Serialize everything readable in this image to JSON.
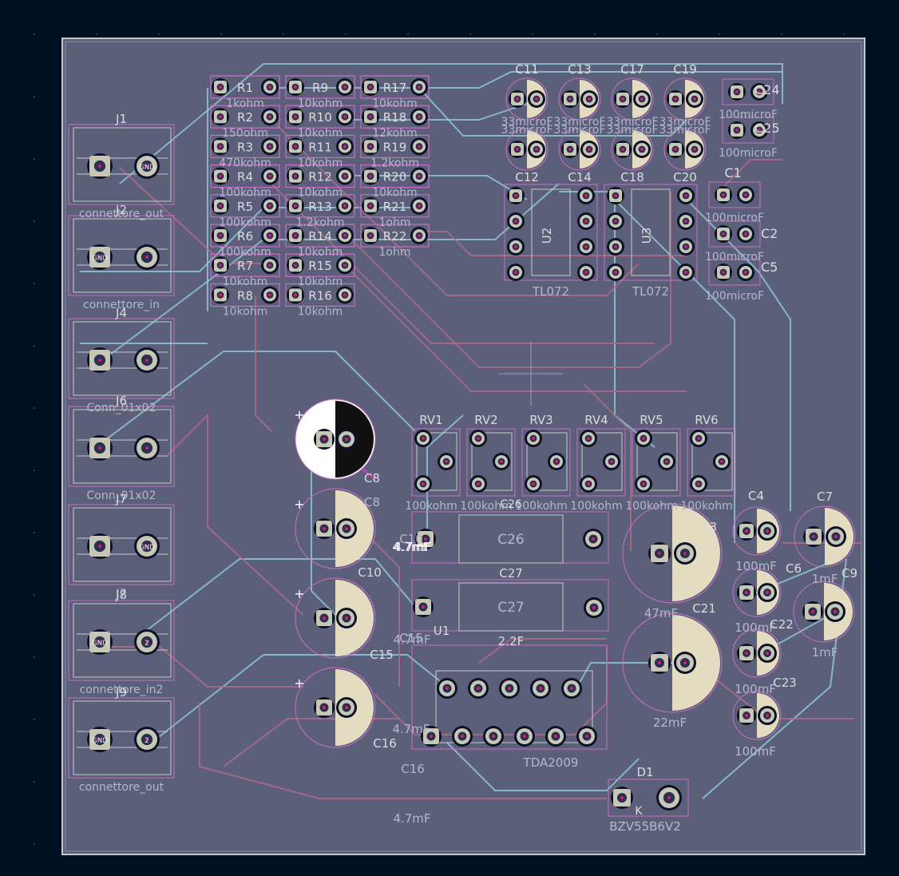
{
  "colors": {
    "background": "#001023",
    "board_fill": "#5c5f7a",
    "edge_cut": "#c8c8c8",
    "courtyard": "#c96ec4",
    "silk": "#dcdcdc",
    "pad_ring": "#0c1228",
    "pad_copper": "#c8c6b4",
    "track_front": "#b06a8a",
    "track_back": "#8cc7d2",
    "pad_center": "#d0206a"
  },
  "resistors": [
    {
      "ref": "R1",
      "val": "1kohm"
    },
    {
      "ref": "R2",
      "val": "150ohm"
    },
    {
      "ref": "R3",
      "val": "470kohm"
    },
    {
      "ref": "R4",
      "val": "100kohm"
    },
    {
      "ref": "R5",
      "val": "100kohm"
    },
    {
      "ref": "R6",
      "val": "100kohm"
    },
    {
      "ref": "R7",
      "val": "10kohm"
    },
    {
      "ref": "R8",
      "val": "10kohm"
    },
    {
      "ref": "R9",
      "val": "10kohm"
    },
    {
      "ref": "R10",
      "val": "10kohm"
    },
    {
      "ref": "R11",
      "val": "10kohm"
    },
    {
      "ref": "R12",
      "val": "10kohm"
    },
    {
      "ref": "R13",
      "val": "1.2kohm"
    },
    {
      "ref": "R14",
      "val": "10kohm"
    },
    {
      "ref": "R15",
      "val": "10kohm"
    },
    {
      "ref": "R16",
      "val": "10kohm"
    },
    {
      "ref": "R17",
      "val": "10kohm"
    },
    {
      "ref": "R18",
      "val": "12kohm"
    },
    {
      "ref": "R19",
      "val": "1.2kohm"
    },
    {
      "ref": "R20",
      "val": "10kohm"
    },
    {
      "ref": "R21",
      "val": "1ohm"
    },
    {
      "ref": "R22",
      "val": "1ohm"
    }
  ],
  "connectors": [
    {
      "ref": "J1",
      "val": "connettore_out",
      "pad2": "GND"
    },
    {
      "ref": "J2",
      "val": "connettore_in",
      "pad1": "GND"
    },
    {
      "ref": "J4",
      "val": "Conn_01x02"
    },
    {
      "ref": "J6",
      "val": "Conn_01x02"
    },
    {
      "ref": "J7",
      "val": "J7",
      "pad2": "GND"
    },
    {
      "ref": "J8",
      "val": "connettore_in2",
      "pad1": "GND",
      "pad2": "2"
    },
    {
      "ref": "J9",
      "val": "connettore_out",
      "pad1": "GND",
      "pad2": "2"
    }
  ],
  "top_caps": [
    {
      "ref": "C11",
      "val": "33microF"
    },
    {
      "ref": "C13",
      "val": "33microF"
    },
    {
      "ref": "C17",
      "val": "33microF"
    },
    {
      "ref": "C19",
      "val": "33microF"
    },
    {
      "ref": "C12",
      "val": "33microF"
    },
    {
      "ref": "C14",
      "val": "33microF"
    },
    {
      "ref": "C18",
      "val": "33microF"
    },
    {
      "ref": "C20",
      "val": "33microF"
    }
  ],
  "small_caps": [
    {
      "ref": "C24",
      "val": "100microF"
    },
    {
      "ref": "C25",
      "val": "100microF"
    },
    {
      "ref": "C1",
      "val": "100microF"
    },
    {
      "ref": "C2",
      "val": "100microF"
    },
    {
      "ref": "C5",
      "val": "100microF"
    }
  ],
  "ics": [
    {
      "ref": "U2",
      "val": "TL072"
    },
    {
      "ref": "U3",
      "val": "TL072"
    },
    {
      "ref": "U1",
      "val": "TDA2009"
    }
  ],
  "pots": [
    {
      "ref": "RV1",
      "val": "100kohm"
    },
    {
      "ref": "RV2",
      "val": "100kohm"
    },
    {
      "ref": "RV3",
      "val": "100kohm"
    },
    {
      "ref": "RV4",
      "val": "100kohm"
    },
    {
      "ref": "RV5",
      "val": "100kohm"
    },
    {
      "ref": "RV6",
      "val": "100kohm"
    }
  ],
  "big_caps": [
    {
      "ref": "C8",
      "val": "4.7mF"
    },
    {
      "ref": "C10",
      "val": "4.7mF"
    },
    {
      "ref": "C15",
      "val": "4.7mF"
    },
    {
      "ref": "C16",
      "val": "4.7mF"
    }
  ],
  "film_caps": [
    {
      "ref": "C26",
      "val": "4.7mF"
    },
    {
      "ref": "C27",
      "val": "2.2F"
    }
  ],
  "right_caps": [
    {
      "ref": "C3",
      "val": "47mF"
    },
    {
      "ref": "C21",
      "val": "22mF"
    },
    {
      "ref": "C4",
      "val": "100mF"
    },
    {
      "ref": "C6",
      "val": "100mF"
    },
    {
      "ref": "C22",
      "val": "100mF"
    },
    {
      "ref": "C23",
      "val": "100mF"
    },
    {
      "ref": "C7",
      "val": "1mF"
    },
    {
      "ref": "C9",
      "val": "1mF"
    }
  ],
  "diode": {
    "ref": "D1",
    "val": "BZV55B6V2",
    "pin": "K"
  }
}
